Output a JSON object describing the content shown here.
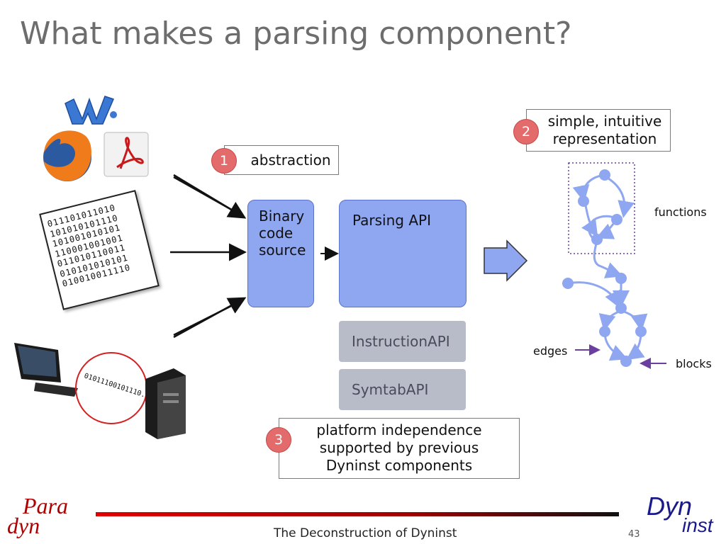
{
  "slide": {
    "title": "What makes a parsing component?",
    "footer": "The Deconstruction of Dyninst",
    "page_number": "43"
  },
  "callouts": {
    "n1": "1",
    "abstraction": "abstraction",
    "n2": "2",
    "representation_line1": "simple, intuitive",
    "representation_line2": "representation",
    "n3": "3",
    "platform_line1": "platform independence",
    "platform_line2": "supported by previous",
    "platform_line3": "Dyninst components"
  },
  "blocks": {
    "binary_source_line1": "Binary",
    "binary_source_line2": "code",
    "binary_source_line3": "source",
    "parsing_api": "Parsing API",
    "instruction_api": "InstructionAPI",
    "symtab_api": "SymtabAPI"
  },
  "graph_labels": {
    "functions": "functions",
    "edges": "edges",
    "blocks": "blocks"
  },
  "binary_sheet": [
    "011101011010",
    "101010101110",
    "101001010101",
    "110001001001",
    "011010110011",
    "010101010101",
    "010010011110"
  ],
  "network_bits": "01011100101110...",
  "logos": {
    "paradyn_top": "Para",
    "paradyn_bottom": "dyn",
    "dyninst_top": "Dyn",
    "dyninst_bottom": "inst"
  },
  "colors": {
    "accent_red": "#e36b6b",
    "block_blue": "#8fa6f0",
    "grey_block": "#b8bcc9",
    "node_blue": "#8fa6f0",
    "edge_purple": "#6a3fa0",
    "footer_bar": "#d40000"
  }
}
